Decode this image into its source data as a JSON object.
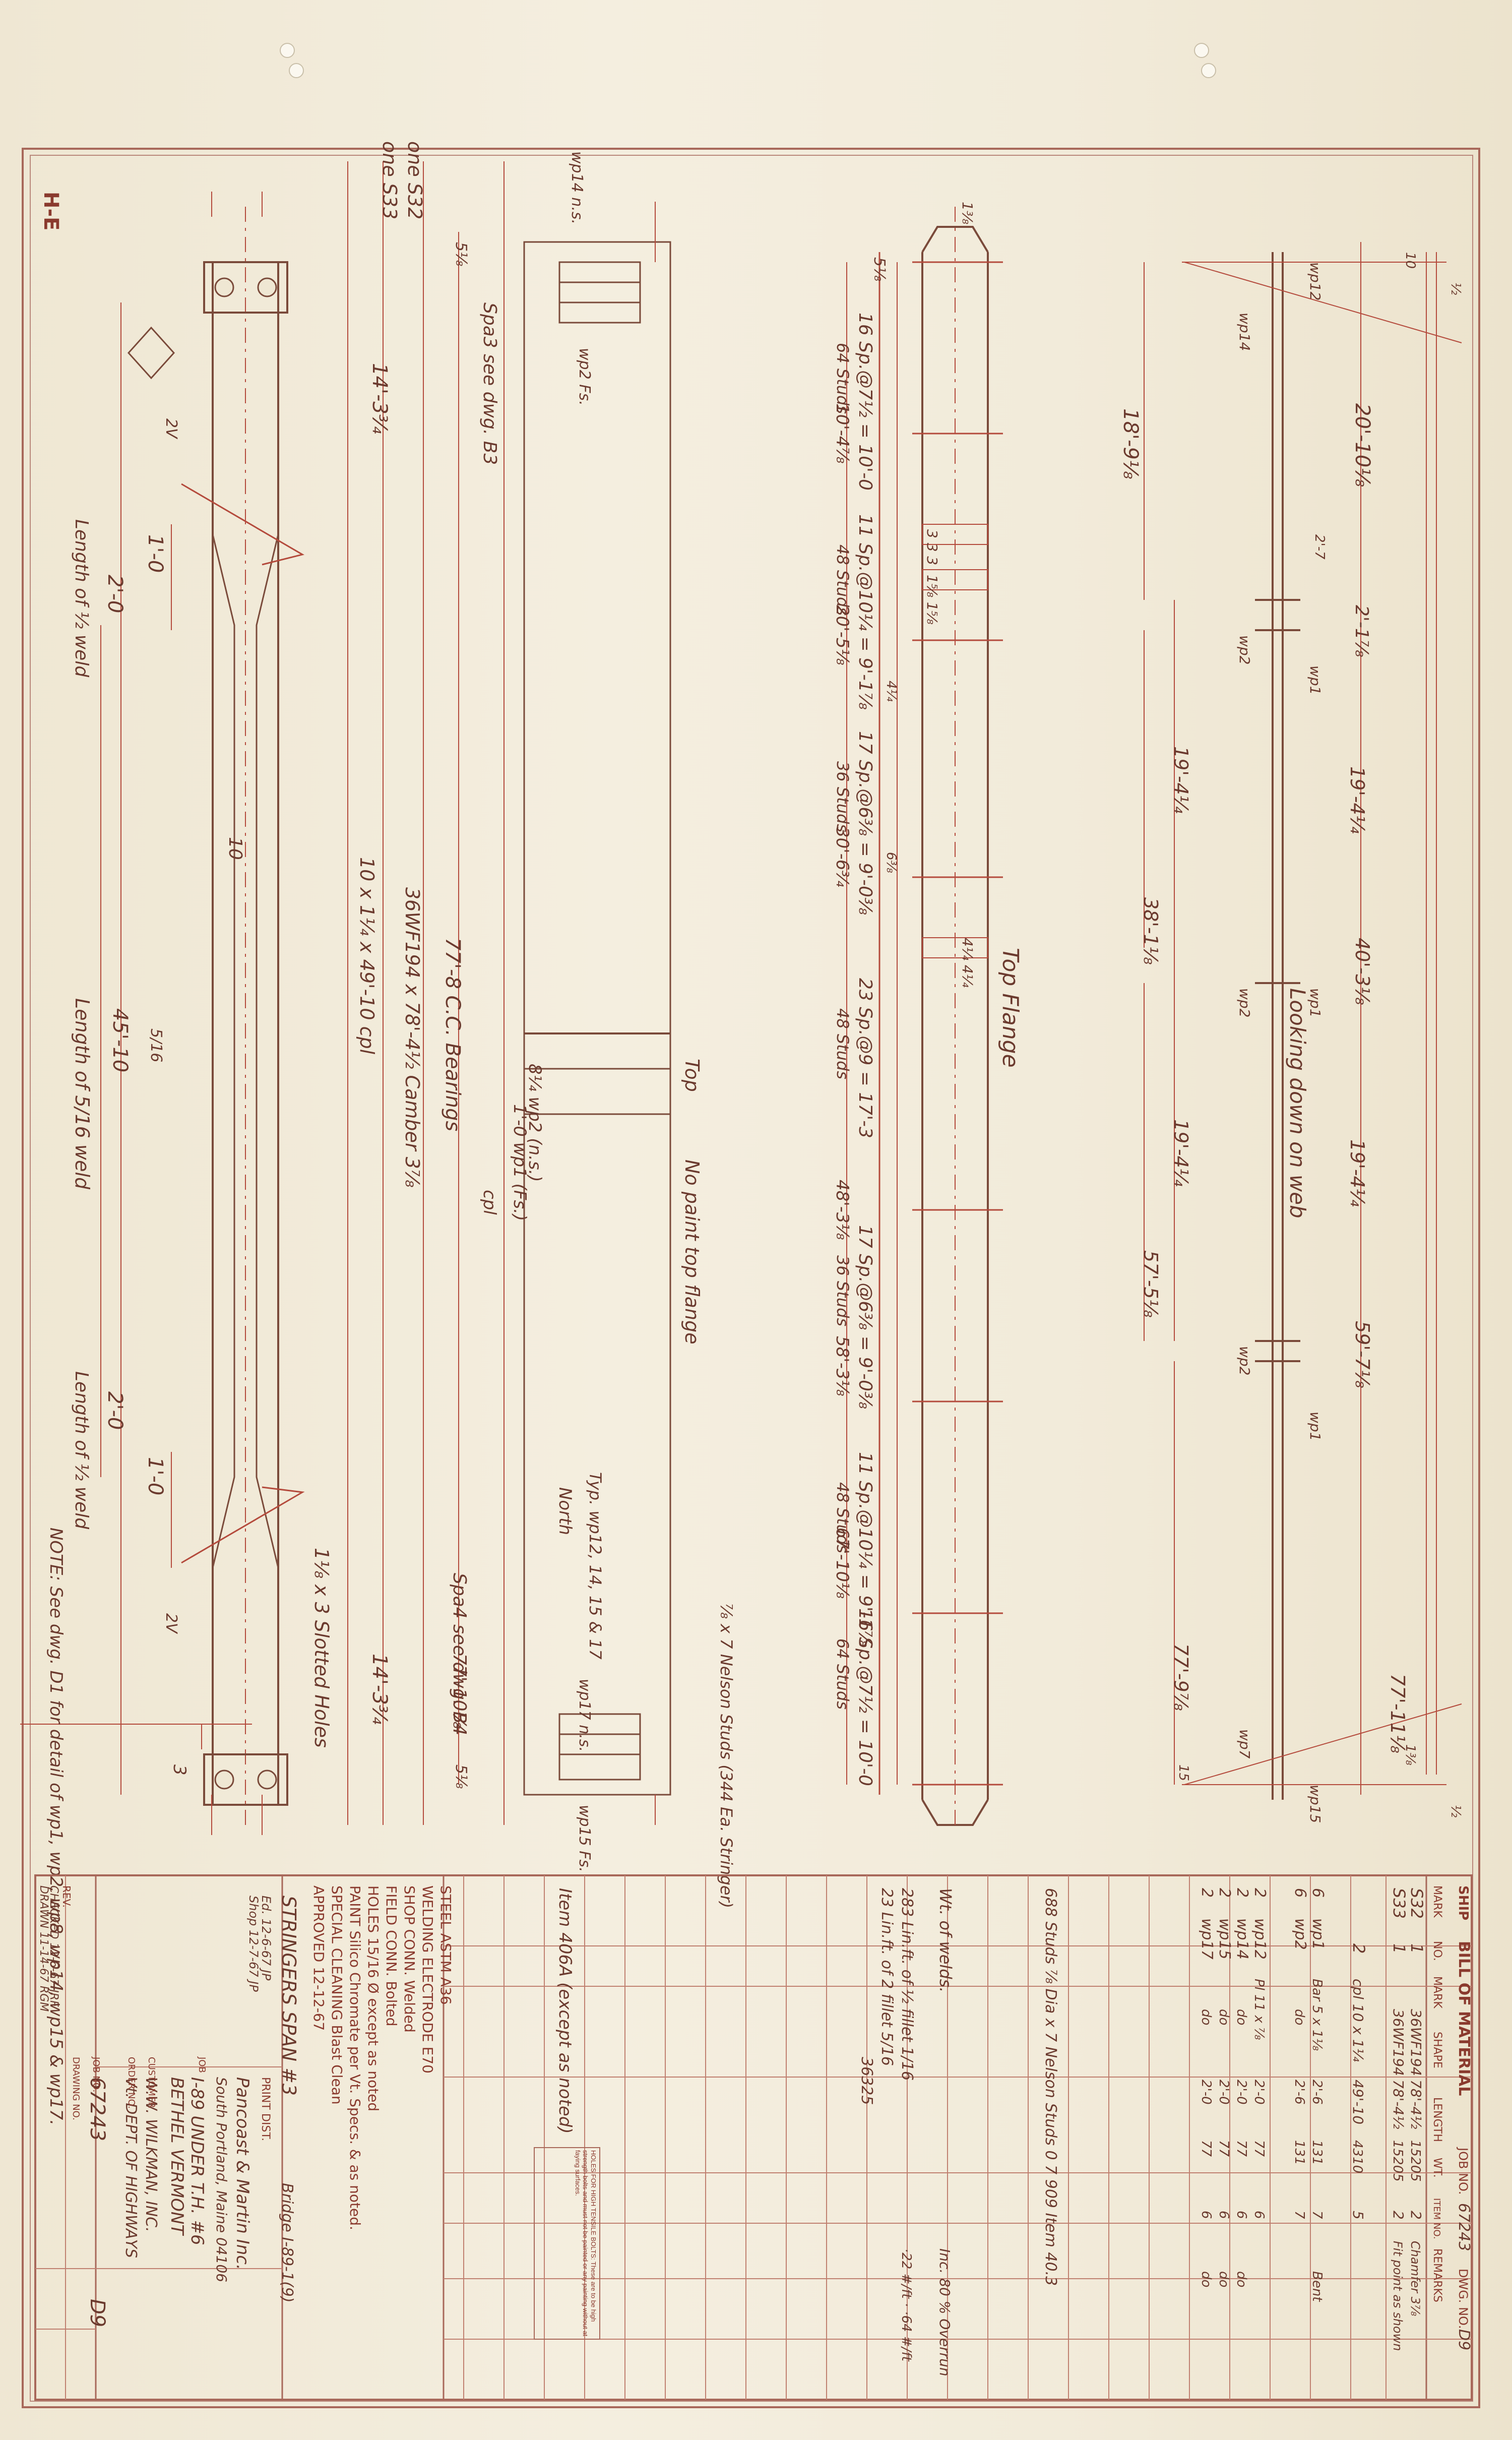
{
  "page_mark": "H-E",
  "elevation": {
    "marks": [
      "one S32",
      "one S33"
    ],
    "dim_14_3_4_top": "14'-3¾",
    "dim_14_3_4_bottom": "14'-3¾",
    "cc_bearings": "77'-8 C.C. Bearings",
    "camber": "36WF194 x 78'-4½ Camber 3⅞",
    "cover_plate": "10 x 1¼ x 49'-10 cpl",
    "cpl_label": "cpl",
    "slotted_holes": "1⅛ x 3 Slotted Holes",
    "length_weld_top": "Length of ½ weld",
    "length_weld_bottom": "Length of ½ weld",
    "length_5_16_weld": "Length of 5/16 weld",
    "dim_2_0_top": "2'-0",
    "dim_1_0_top": "1'-0",
    "dim_45_10": "45'-10",
    "dim_2_0_bottom": "2'-0",
    "dim_1_0_bottom": "1'-0",
    "dim_10": "10",
    "dim_3": "3",
    "weld_5_16": "5/16",
    "weld_2v_a": "2V",
    "weld_2v_b": "2V",
    "note": "NOTE: See dwg. D1 for detail of wp1, wp2, wp8, wp14, wp15 & wp17."
  },
  "section": {
    "spa_top": "Spa3 see dwg. B3",
    "spa_bottom": "Spa4 see dwg. B4",
    "wp2_label": "wp2 Fs.",
    "wp14_label": "wp14 n.s.",
    "wp17_label": "wp17 n.s.",
    "wp15_label": "wp15 Fs.",
    "dim_77_10": "77'-10⅛",
    "dim_5_16": "5⅛",
    "dim_5_15": "5⅛",
    "b4_wp2": "8¼ wp2 (n.s.)",
    "b1_wp1": "1'-0 wp1 (Fs.)",
    "top_label": "Top",
    "no_paint": "No paint top flange",
    "typ_wp": "Typ. wp12, 14, 15 & 17",
    "north": "North",
    "nelson": "⅞ x 7 Nelson Studs (344 Ea. Stringer)"
  },
  "studs": [
    {
      "spacing": "16 Sp.@7½ = 10'-0",
      "count": "64 Studs"
    },
    {
      "spacing": "11 Sp.@10¼ = 9'-1⅞",
      "count": "48 Studs"
    },
    {
      "spacing": "17 Sp.@6⅜ = 9'-0⅜",
      "count": "36 Studs"
    },
    {
      "spacing": "23 Sp.@9 = 17'-3",
      "count": "48 Studs"
    },
    {
      "spacing": "17 Sp.@6⅜ = 9'-0⅜",
      "count": "36 Studs"
    },
    {
      "spacing": "11 Sp.@10¼ = 9'-1⅞",
      "count": "48 Studs"
    },
    {
      "spacing": "16 Sp.@7½ = 10'-0",
      "count": "64 Studs"
    }
  ],
  "stud_dims": [
    "5⅛",
    "10'-4⅞",
    "20'-5⅛",
    "30'-6¾",
    "48'-3⅛",
    "58'-3⅛",
    "67'-10⅛",
    "6⅜",
    "4¼",
    "3 3 3",
    "4¼ 4¼",
    "1⅝ 1⅝"
  ],
  "top_flange": {
    "label": "Top Flange",
    "dim_1_3_8": "1⅜"
  },
  "web": {
    "dim_20_10": "20'-10⅛",
    "dim_18_9": "18'-9⅛",
    "dim_2_1": "2'-1⅞",
    "dim_19_4_a": "19'-4¼",
    "dim_19_4_b": "19'-4¼",
    "dim_19_4_c": "19'-4¼",
    "dim_19_4_d": "19'-4¼",
    "dim_38_1": "38'-1⅛",
    "dim_40_3": "40'-3⅛",
    "dim_57_5": "57'-5⅛",
    "dim_59_7": "59'-7⅛",
    "dim_77_9": "77'-9⅞",
    "dim_77_11": "77'-11⅛",
    "dim_2_7": "2'-7",
    "dim_10": "10",
    "dim_1_4": "1⅜",
    "dim_15": "15",
    "looking": "Looking down on web",
    "wp1_labels": [
      "wp1",
      "wp1",
      "wp1"
    ],
    "wp2_labels": [
      "wp2",
      "wp2",
      "wp2"
    ],
    "wp12": "wp12",
    "wp14": "wp14",
    "wp7": "wp7",
    "wp15": "wp15",
    "dim_half": "½"
  },
  "bom": {
    "title": "BILL OF MATERIAL",
    "job_label": "JOB NO.",
    "job_no": "67243",
    "dwg_label": "DWG. NO.",
    "dwg_no": "D9",
    "headers": [
      "SHIP",
      "MARK",
      "NO.",
      "MARK",
      "SHAPE",
      "LENGTH",
      "WT.",
      "ITEM NO.",
      "REMARKS"
    ],
    "rows": [
      {
        "mark": "S32",
        "no": "1",
        "shape": "36WF194",
        "length": "78'-4½",
        "wt": "15205",
        "item": "2",
        "remarks": "Chamfer 3⅞"
      },
      {
        "mark": "S33",
        "no": "1",
        "shape": "36WF194",
        "length": "78'-4½",
        "wt": "15205",
        "item": "2",
        "remarks": "Fit point as shown"
      },
      {
        "mark": "",
        "no": "2",
        "shape": "cpl 10 x 1¼",
        "length": "49'-10",
        "wt": "4310",
        "item": "5",
        "remarks": ""
      },
      {
        "mark": "6",
        "no": "wp1",
        "shape": "Bar 5 x 1⅛",
        "length": "2'-6",
        "wt": "131",
        "item": "7",
        "remarks": "Bent"
      },
      {
        "mark": "6",
        "no": "wp2",
        "shape": "do",
        "length": "2'-6",
        "wt": "131",
        "item": "7",
        "remarks": ""
      },
      {
        "mark": "2",
        "no": "wp12",
        "shape": "Pl 11 x ⅞",
        "length": "2'-0",
        "wt": "77",
        "item": "6",
        "remarks": ""
      },
      {
        "mark": "2",
        "no": "wp14",
        "shape": "do",
        "length": "2'-0",
        "wt": "77",
        "item": "6",
        "remarks": "do"
      },
      {
        "mark": "2",
        "no": "wp15",
        "shape": "do",
        "length": "2'-0",
        "wt": "77",
        "item": "6",
        "remarks": "do"
      },
      {
        "mark": "2",
        "no": "wp17",
        "shape": "do",
        "length": "2'-0",
        "wt": "77",
        "item": "6",
        "remarks": "do"
      }
    ],
    "studs_row": "688 Studs ⅞ Dia x 7 Nelson Studs 0 7 909 Item 40.3",
    "wt_welds": "Wt. of welds.",
    "incl": "Inc. 80 % Overrun",
    "weld_row_1": "283 Lin.ft. of ½ fillet 1/16",
    "weld_row_2": "23 Lin.ft. of 2 fillet 5/16",
    "weld_vals": "36325",
    "weld_wts": "·22 #/ft · ·64 #/ft",
    "item_note": "Item 406A (except as noted)"
  },
  "specs": {
    "steel": "STEEL ASTM A36",
    "electrode": "WELDING ELECTRODE E70",
    "shop_conn": "SHOP CONN. Welded",
    "field_conn": "FIELD CONN. Bolted",
    "holes": "HOLES 15/16 Ø except as noted",
    "paint": "PAINT Silico Chromate per Vt. Specs. & as noted.",
    "cleaning": "SPECIAL CLEANING Blast Clean",
    "approved": "APPROVED 12-12-67",
    "stamp": "HOLES FOR HIGH TENSILE BOLTS: These are to be high strength bolts and must not be painted or any painting without at faying surfaces."
  },
  "title_block": {
    "title": "STRINGERS SPAN #3",
    "bridge": "Bridge I-89-1(9)",
    "company": "Pancoast & Martin Inc.",
    "address": "South Portland, Maine 04106",
    "job": "I-89 UNDER T.H. #6",
    "location": "BETHEL VERMONT",
    "customer": "W.W. WILKMAN, INC.",
    "order": "Vt. DEPT. OF HIGHWAYS",
    "job_no": "67243",
    "dwg": "D9",
    "rev": "REV.",
    "checked": "CHECKED 12-6-67 JRF",
    "drawn": "DRAWN 11-14-67 RGM",
    "print_dist": "PRINT DIST.",
    "ed": "Ed. 12-6-67 JP",
    "shop": "Shop 12-7-67 JP",
    "labels": [
      "JOB",
      "CUSTOMER",
      "ORDER NO.",
      "JOB NO.",
      "DRAWING NO."
    ]
  }
}
